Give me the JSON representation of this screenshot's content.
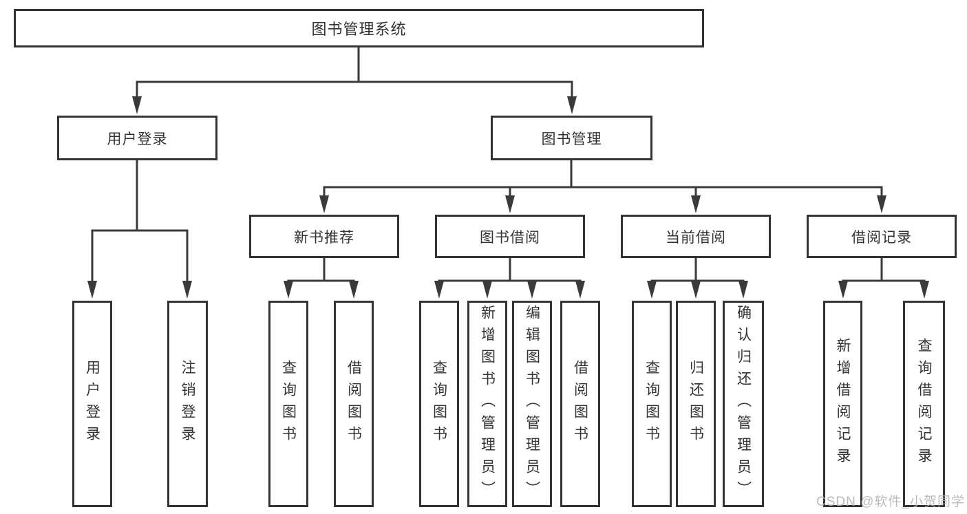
{
  "diagram": {
    "tree": {
      "label": "图书管理系统",
      "children": [
        {
          "label": "用户登录",
          "children": [
            {
              "label": "用户登录"
            },
            {
              "label": "注销登录"
            }
          ]
        },
        {
          "label": "图书管理",
          "children": [
            {
              "label": "新书推荐",
              "children": [
                {
                  "label": "查询图书"
                },
                {
                  "label": "借阅图书"
                }
              ]
            },
            {
              "label": "图书借阅",
              "children": [
                {
                  "label": "查询图书"
                },
                {
                  "label": "新增图书（管理员）"
                },
                {
                  "label": "编辑图书（管理员）"
                },
                {
                  "label": "借阅图书"
                }
              ]
            },
            {
              "label": "当前借阅",
              "children": [
                {
                  "label": "查询图书"
                },
                {
                  "label": "归还图书"
                },
                {
                  "label": "确认归还（管理员）"
                }
              ]
            },
            {
              "label": "借阅记录",
              "children": [
                {
                  "label": "新增借阅记录"
                },
                {
                  "label": "查询借阅记录"
                }
              ]
            }
          ]
        }
      ]
    },
    "watermark": "CSDN @软件_小贺同学",
    "colors": {
      "line": "#3a3a3a",
      "box_border": "#333333",
      "text": "#333333",
      "watermark": "#b3b3b3",
      "background": "#ffffff"
    }
  }
}
